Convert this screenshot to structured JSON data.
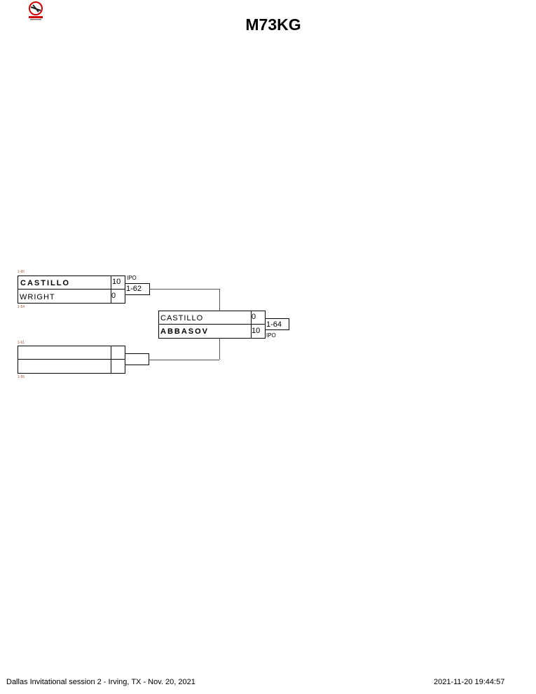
{
  "header": {
    "title": "M73KG",
    "logo_text": "JUDO"
  },
  "bracket": {
    "match1": {
      "top_label": "1-60",
      "bottom_label": "1-54",
      "competitors": [
        {
          "name": "CASTILLO",
          "score": "10",
          "winner": true
        },
        {
          "name": "WRIGHT",
          "score": "0",
          "winner": false
        }
      ],
      "result_type": "IPO",
      "match_id": "1-62"
    },
    "match2": {
      "top_label": "1-61",
      "bottom_label": "1-55",
      "competitors": [
        {
          "name": "",
          "score": ""
        },
        {
          "name": "",
          "score": ""
        }
      ],
      "match_id": ""
    },
    "final": {
      "competitors": [
        {
          "name": "CASTILLO",
          "score": "0",
          "winner": false
        },
        {
          "name": "ABBASOV",
          "score": "10",
          "winner": true
        }
      ],
      "match_id": "1-64",
      "result_type": "IPO"
    }
  },
  "footer": {
    "event": "Dallas Invitational session 2 - Irving, TX - Nov. 20, 2021",
    "timestamp": "2021-11-20 19:44:57"
  }
}
